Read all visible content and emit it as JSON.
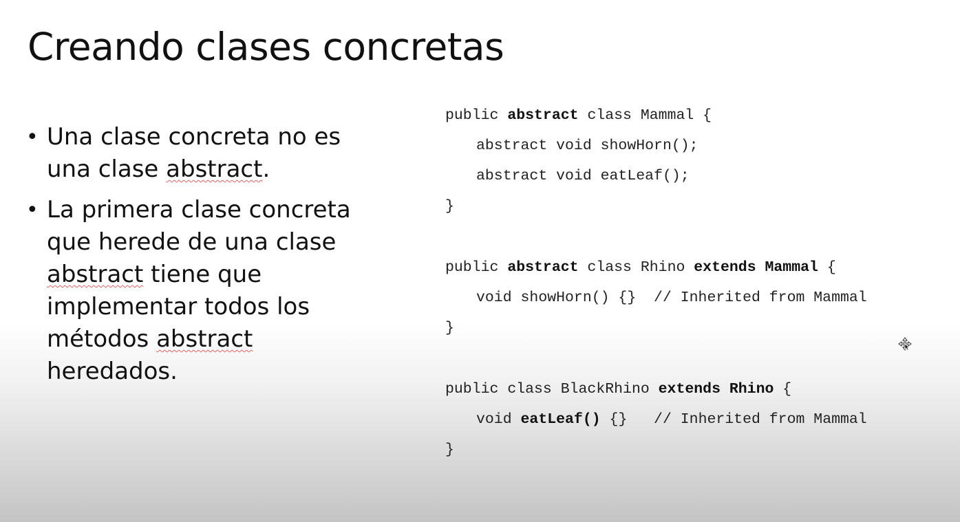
{
  "slide": {
    "title": "Creando clases concretas"
  },
  "bullets": {
    "b1": {
      "part1": "Una clase concreta no es una clase ",
      "underlined": "abstract",
      "part2": "."
    },
    "b2": {
      "part1": "La primera clase concreta que herede de una clase ",
      "underlined1": "abstract",
      "part2": " tiene que implementar todos los métodos ",
      "underlined2": "abstract",
      "part3": " heredados."
    }
  },
  "code": {
    "mammal": {
      "l1_a": "public ",
      "l1_b": "abstract",
      "l1_c": " class Mammal {",
      "l2": "abstract void showHorn();",
      "l3": "abstract void eatLeaf();",
      "l4": "}"
    },
    "rhino": {
      "l1_a": "public ",
      "l1_b": "abstract",
      "l1_c": " class Rhino ",
      "l1_d": "extends Mammal",
      "l1_e": " {",
      "l2": "void showHorn() {}  // Inherited from Mammal",
      "l3": "}"
    },
    "black_rhino": {
      "l1_a": "public class BlackRhino ",
      "l1_b": "extends Rhino",
      "l1_c": " {",
      "l2_a": "void ",
      "l2_b": "eatLeaf()",
      "l2_c": " {}   // Inherited from Mammal",
      "l3": "}"
    }
  },
  "icons": {
    "cursor": "move-cursor-icon"
  }
}
